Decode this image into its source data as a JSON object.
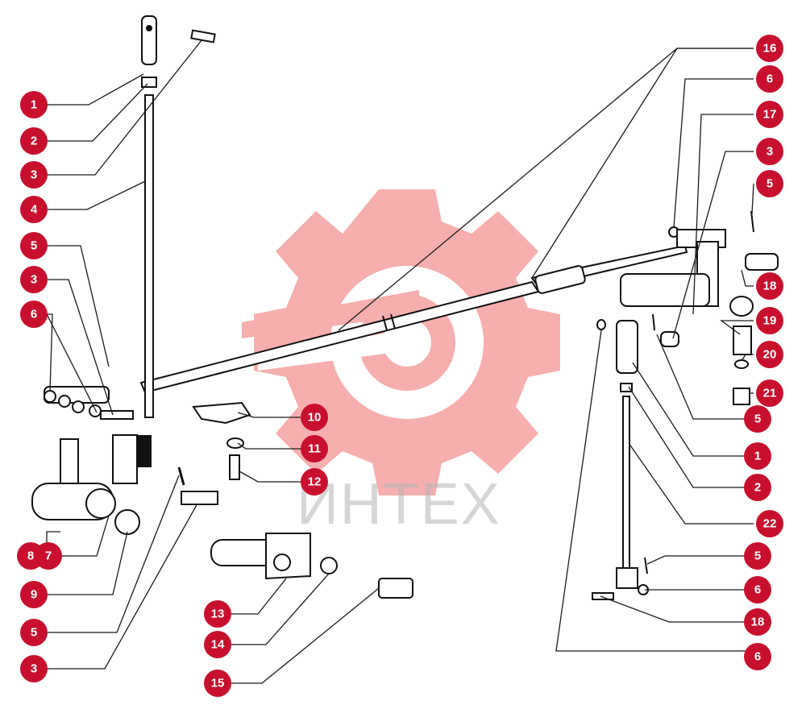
{
  "watermark": {
    "text": "ИНТЕХ",
    "gear_color": "#f26d6d"
  },
  "callout_color": "#c8102e",
  "callouts": [
    {
      "label": "1"
    },
    {
      "label": "2"
    },
    {
      "label": "3"
    },
    {
      "label": "4"
    },
    {
      "label": "5"
    },
    {
      "label": "3"
    },
    {
      "label": "6"
    },
    {
      "label": "8"
    },
    {
      "label": "7"
    },
    {
      "label": "9"
    },
    {
      "label": "5"
    },
    {
      "label": "3"
    },
    {
      "label": "10"
    },
    {
      "label": "11"
    },
    {
      "label": "12"
    },
    {
      "label": "13"
    },
    {
      "label": "14"
    },
    {
      "label": "15"
    },
    {
      "label": "16"
    },
    {
      "label": "6"
    },
    {
      "label": "17"
    },
    {
      "label": "3"
    },
    {
      "label": "5"
    },
    {
      "label": "18"
    },
    {
      "label": "19"
    },
    {
      "label": "20"
    },
    {
      "label": "21"
    },
    {
      "label": "5"
    },
    {
      "label": "1"
    },
    {
      "label": "2"
    },
    {
      "label": "22"
    },
    {
      "label": "5"
    },
    {
      "label": "6"
    },
    {
      "label": "18"
    },
    {
      "label": "6"
    }
  ]
}
